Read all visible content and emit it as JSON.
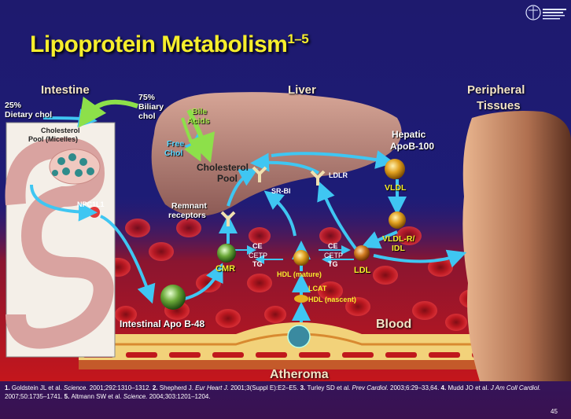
{
  "title": {
    "main": "Lipoprotein Metabolism",
    "sup": "1–5"
  },
  "sections": {
    "intestine": "Intestine",
    "liver": "Liver",
    "peripheral_1": "Peripheral",
    "peripheral_2": "Tissues",
    "blood": "Blood",
    "atheroma": "Atheroma"
  },
  "labels": {
    "dietary_pct": "25%",
    "dietary_text": "Dietary chol",
    "biliary_pct": "75%",
    "biliary_1": "Biliary",
    "biliary_2": "chol",
    "pool_micelles_1": "Cholesterol",
    "pool_micelles_2": "Pool (Micelles)",
    "bile_1": "Bile",
    "bile_2": "Acids",
    "free_1": "Free",
    "free_2": "Chol",
    "chol_pool_1": "Cholesterol",
    "chol_pool_2": "Pool",
    "hepatic_1": "Hepatic",
    "hepatic_2": "ApoB-100",
    "ldlr": "LDLR",
    "srbi": "SR-BI",
    "npc": "NPC1L1",
    "remnant_1": "Remnant",
    "remnant_2": "receptors",
    "vldl": "VLDL",
    "vldl_r_1": "VLDL-R/",
    "vldl_r_2": "IDL",
    "ce_left": "CE",
    "cetp_left": "CETP",
    "tg_left": "TG",
    "ce_right": "CE",
    "cetp_right": "CETP",
    "tg_right": "TG",
    "cmr": "CMR",
    "hdl_mature": "HDL (mature)",
    "lcat": "LCAT",
    "hdl_nascent": "HDL (nascent)",
    "ldl": "LDL",
    "apob48": "Intestinal Apo B-48"
  },
  "references": [
    {
      "n": "1.",
      "text": "Goldstein JL et al. ",
      "j": "Science.",
      "rest": " 2001;292:1310–1312. "
    },
    {
      "n": "2.",
      "text": "Shepherd J. ",
      "j": "Eur Heart J.",
      "rest": " 2001;3(Suppl E):E2–E5. "
    },
    {
      "n": "3.",
      "text": "Turley SD et al. ",
      "j": "Prev Cardiol.",
      "rest": " 2003;6:29–33,64. "
    },
    {
      "n": "4.",
      "text": "Mudd JO et al. ",
      "j": "J Am Coll Cardiol.",
      "rest": " 2007;50:1735–1741. "
    },
    {
      "n": "5.",
      "text": "Altmann SW et al. ",
      "j": "Science.",
      "rest": " 2004;303:1201–1204."
    }
  ],
  "page_number": "45",
  "colors": {
    "title": "#f6ee2c",
    "arrow": "#3fc6f2",
    "green_label": "#a6e84c",
    "yellow_label": "#f6ee2c",
    "liver": "#b98a7c",
    "blood": "#c0181c"
  }
}
